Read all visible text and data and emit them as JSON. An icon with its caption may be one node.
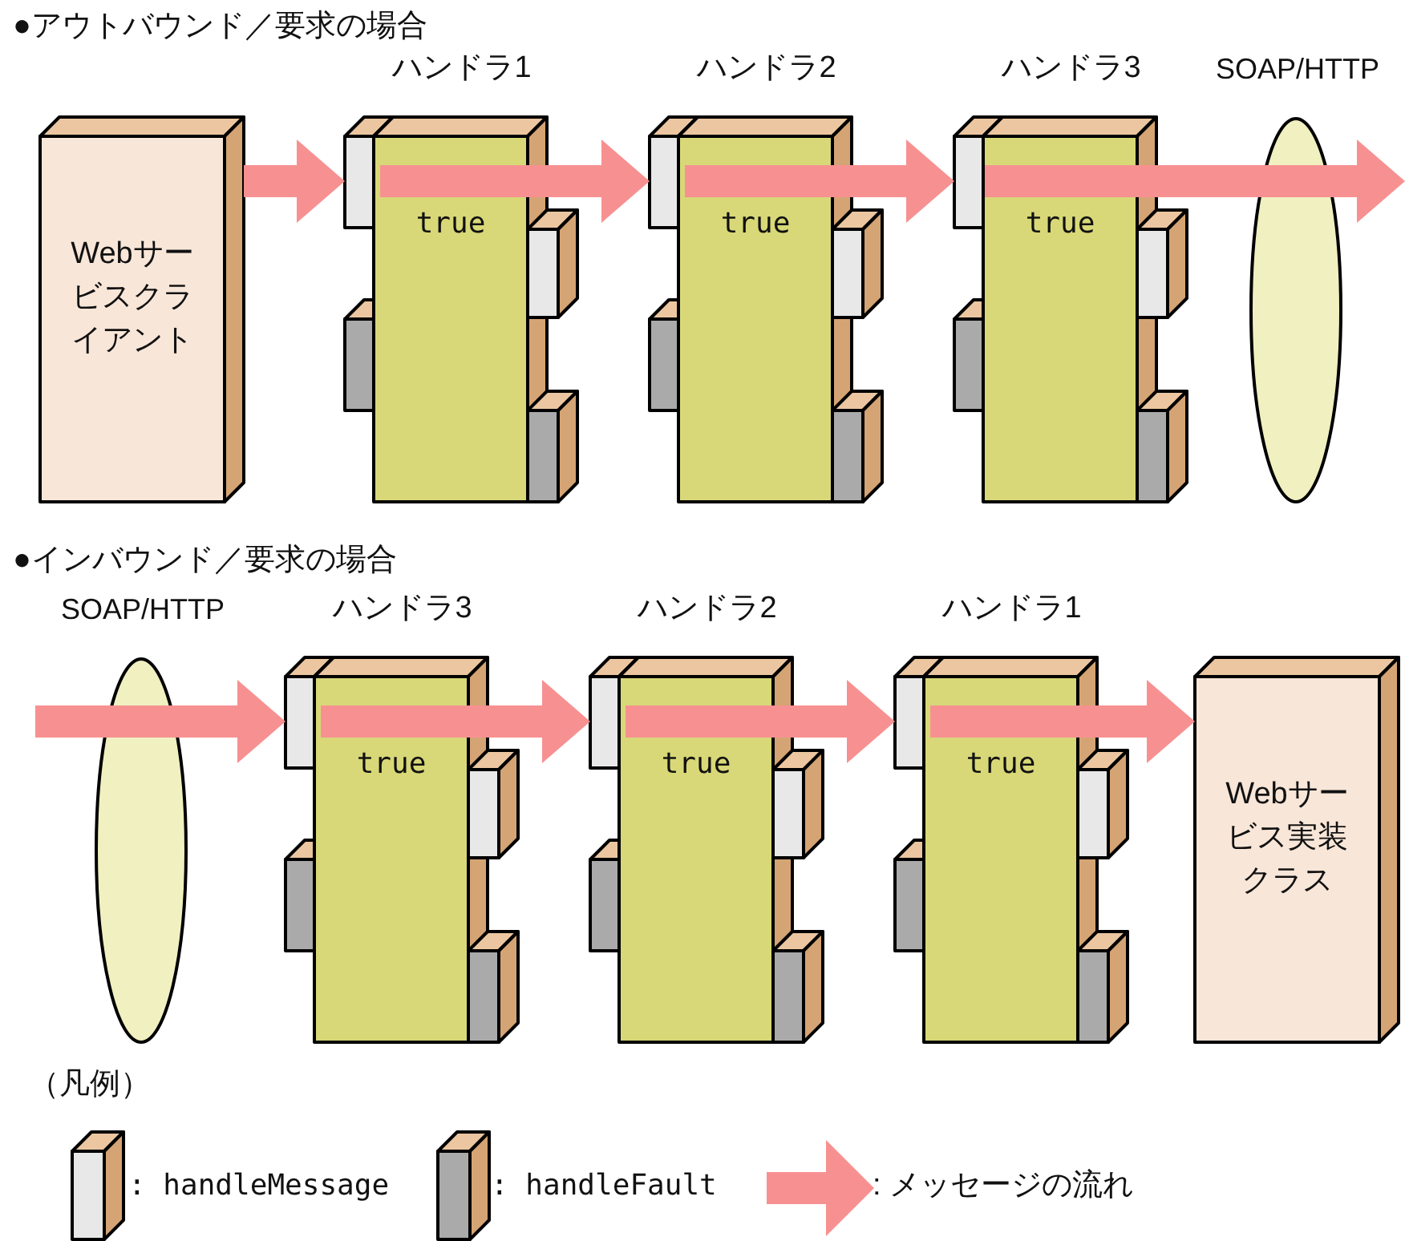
{
  "diagram": {
    "nodes": [
      {
        "text": [
          "Webサービスクライアント"
        ]
      },
      {
        "text": [
          "ハンドラ1",
          "true"
        ]
      },
      {
        "text": [
          "ハンドラ2",
          "true"
        ]
      },
      {
        "text": [
          "ハンドラ3",
          "true"
        ]
      },
      {
        "text": [
          "SOAP/HTTP"
        ]
      },
      {
        "text": [
          "SOAP/HTTP"
        ]
      },
      {
        "text": [
          "ハンドラ3",
          "true"
        ]
      },
      {
        "text": [
          "ハンドラ2",
          "true"
        ]
      },
      {
        "text": [
          "ハンドラ1",
          "true"
        ]
      },
      {
        "text": [
          "Webサービス実装クラス"
        ]
      }
    ],
    "edges": [
      {
        "from": 0,
        "to": 1,
        "arrow": "to"
      },
      {
        "from": 1,
        "to": 2,
        "arrow": "to"
      },
      {
        "from": 2,
        "to": 3,
        "arrow": "to"
      },
      {
        "from": 3,
        "to": 4,
        "arrow": "to"
      },
      {
        "from": null,
        "to": 6,
        "arrow": "to"
      },
      {
        "from": 6,
        "to": 7,
        "arrow": "to"
      },
      {
        "from": 7,
        "to": 8,
        "arrow": "to"
      },
      {
        "from": 8,
        "to": 9,
        "arrow": "to"
      }
    ],
    "labels": [
      "●アウトバウンド／要求の場合",
      "●インバウンド／要求の場合",
      "（凡例）"
    ],
    "legend": [
      {
        "text": ": handleMessage"
      },
      {
        "text": ": handleFault"
      },
      {
        "text": ": メッセージの流れ"
      }
    ]
  }
}
